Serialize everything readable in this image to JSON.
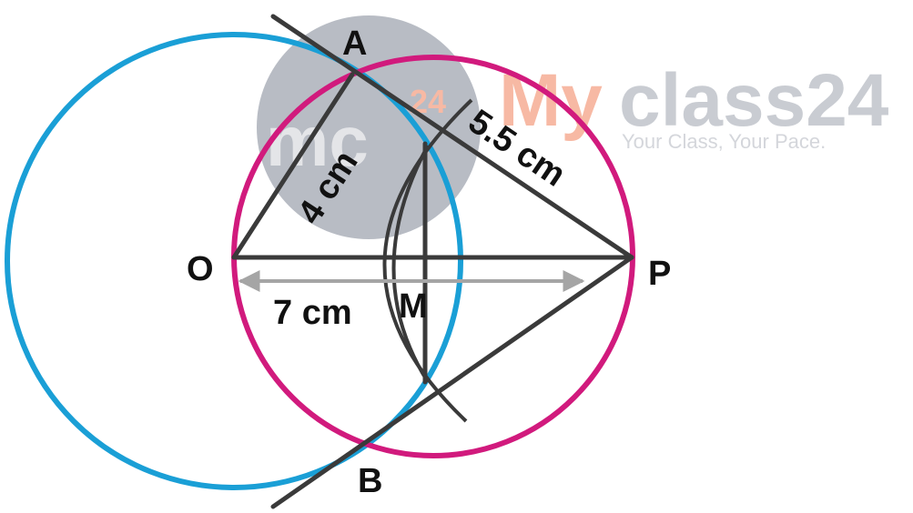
{
  "points": {
    "A": "A",
    "B": "B",
    "O": "O",
    "P": "P",
    "M": "M"
  },
  "labels": {
    "oa": "4 cm",
    "ap": "5.5 cm",
    "op": "7 cm"
  },
  "watermark": {
    "my": "My",
    "class24": "class24",
    "tagline": "Your Class, Your Pace.",
    "logo_mc": "mc",
    "logo_24": "24"
  },
  "colors": {
    "circle_o": "#1a9fd6",
    "circle_mid": "#d11a7d",
    "lines": "#3a3a3a",
    "dimension_arrow": "#a5a5a5",
    "watermark_grey": "#c9ccd2",
    "watermark_orange": "#f7b9a4",
    "logo_disc": "#b8bcc4"
  }
}
